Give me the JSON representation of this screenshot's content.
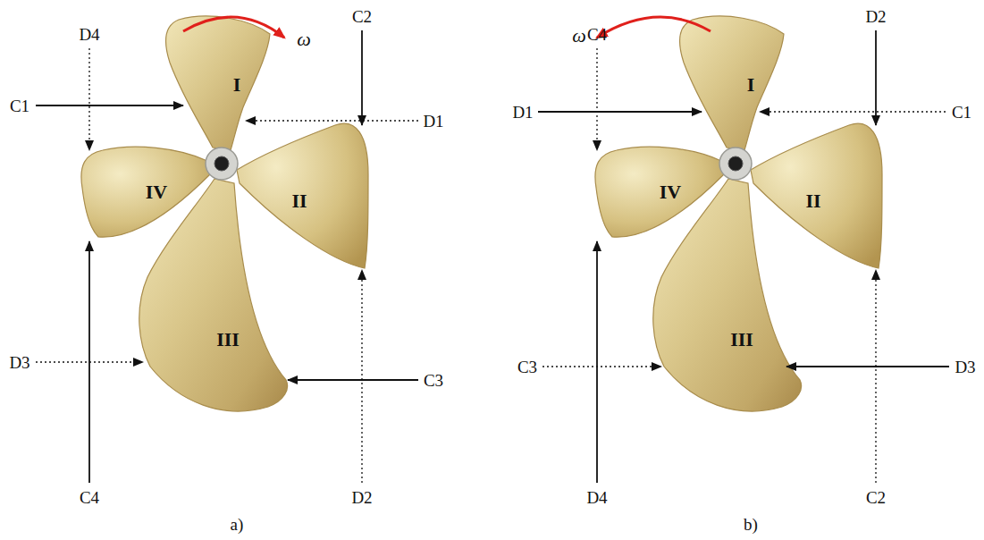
{
  "diagram": {
    "labels": [
      "D4",
      "ω",
      "C2",
      "C1",
      "D1",
      "I",
      "IV",
      "II",
      "III",
      "D3",
      "C3",
      "C4",
      "D2",
      "C4",
      "ω",
      "D2",
      "D1",
      "C1",
      "I",
      "IV",
      "II",
      "III",
      "C3",
      "D3",
      "D4",
      "C2",
      "a)",
      "b)"
    ]
  }
}
